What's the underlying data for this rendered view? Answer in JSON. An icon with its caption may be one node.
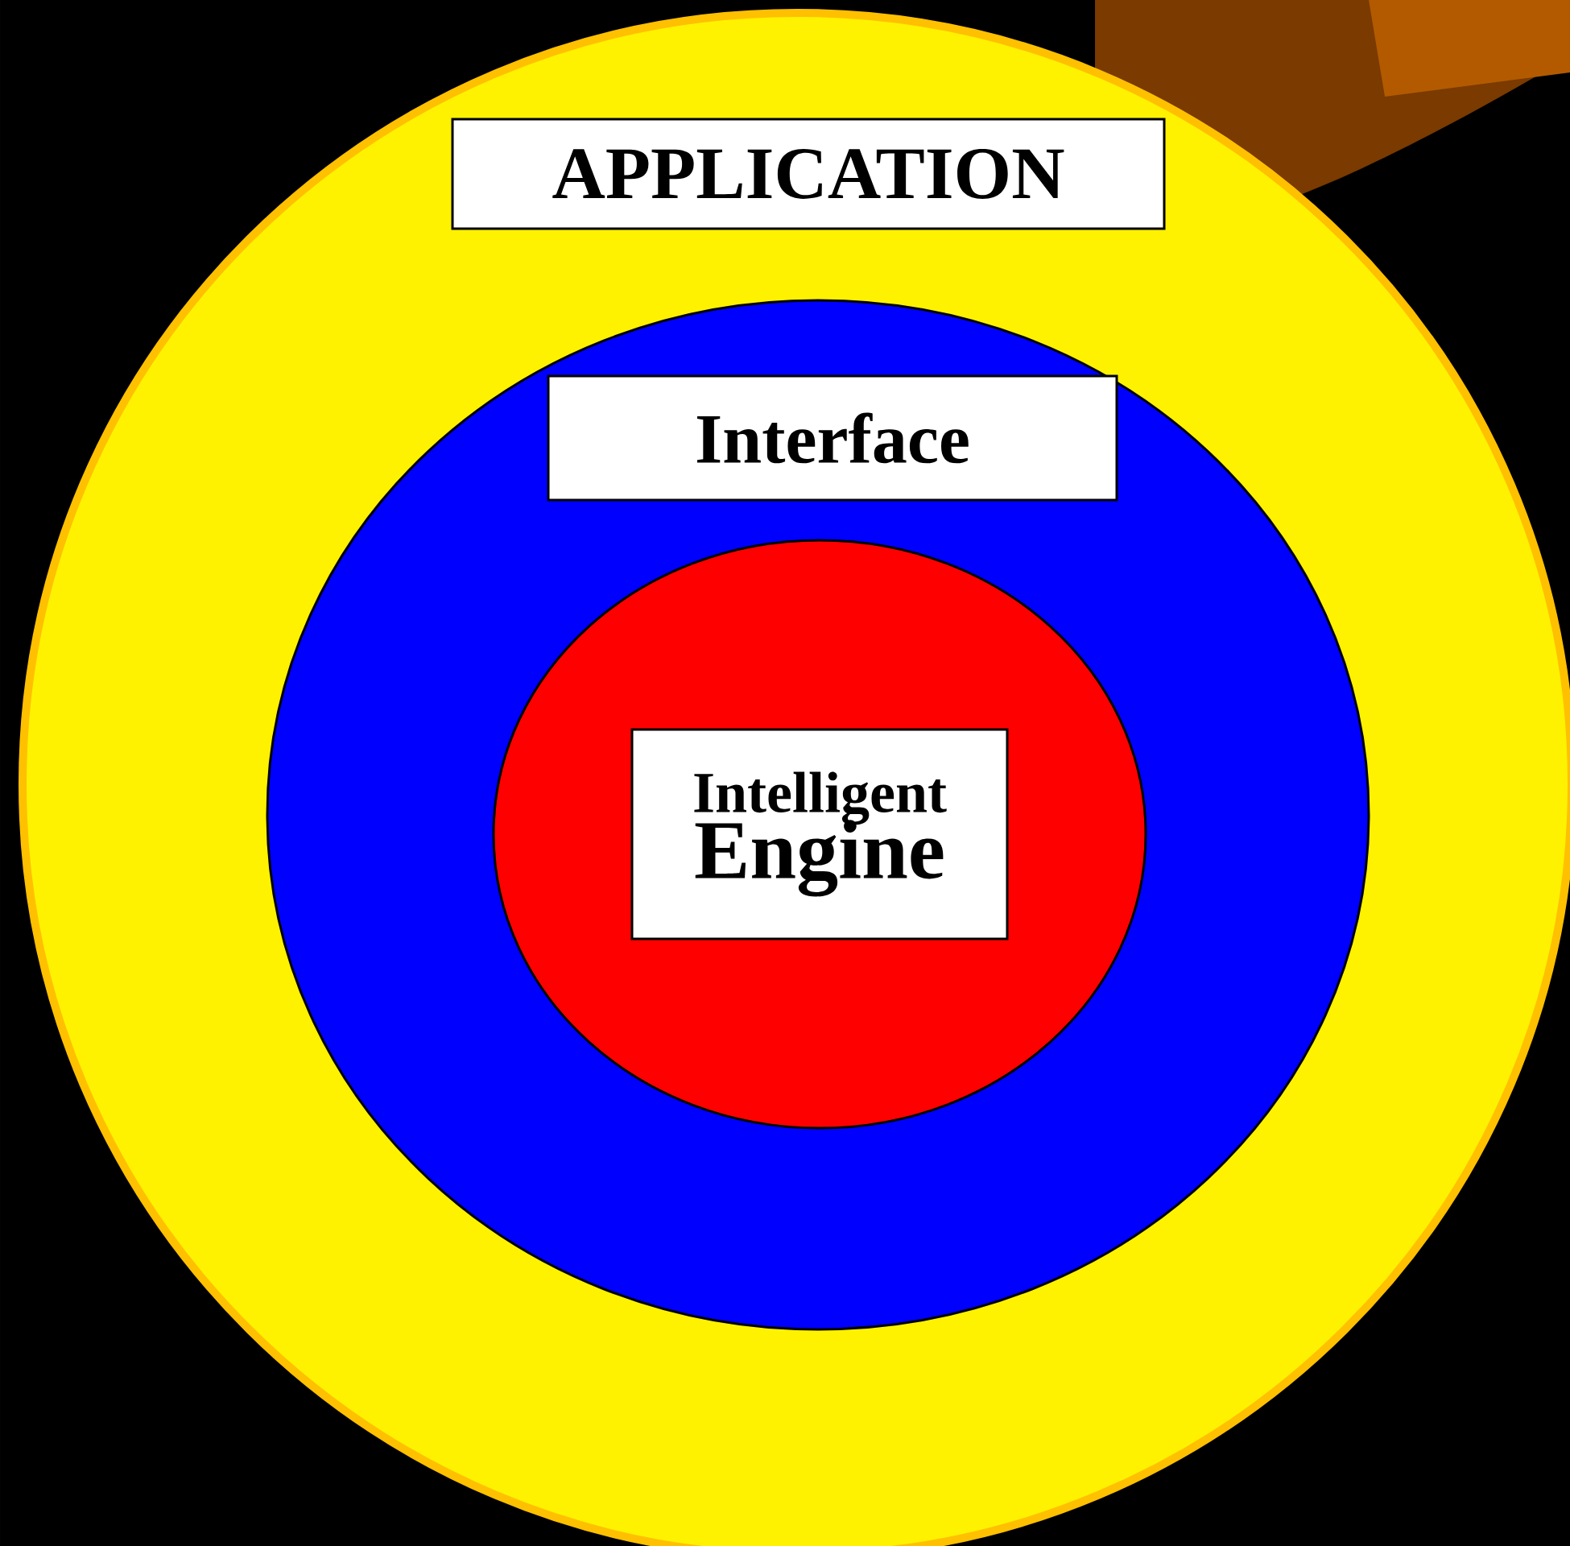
{
  "diagram": {
    "nodes": [
      {
        "text": [],
        "shape": "circle"
      },
      {
        "text": [
          "APPLICATION"
        ],
        "in": 0
      },
      {
        "text": [],
        "shape": "circle",
        "in": 0
      },
      {
        "text": [
          "Interface"
        ],
        "in": 2
      },
      {
        "text": [],
        "shape": "circle",
        "in": 2
      },
      {
        "text": [
          "Intelligent",
          "Engine"
        ],
        "in": 4
      }
    ]
  }
}
